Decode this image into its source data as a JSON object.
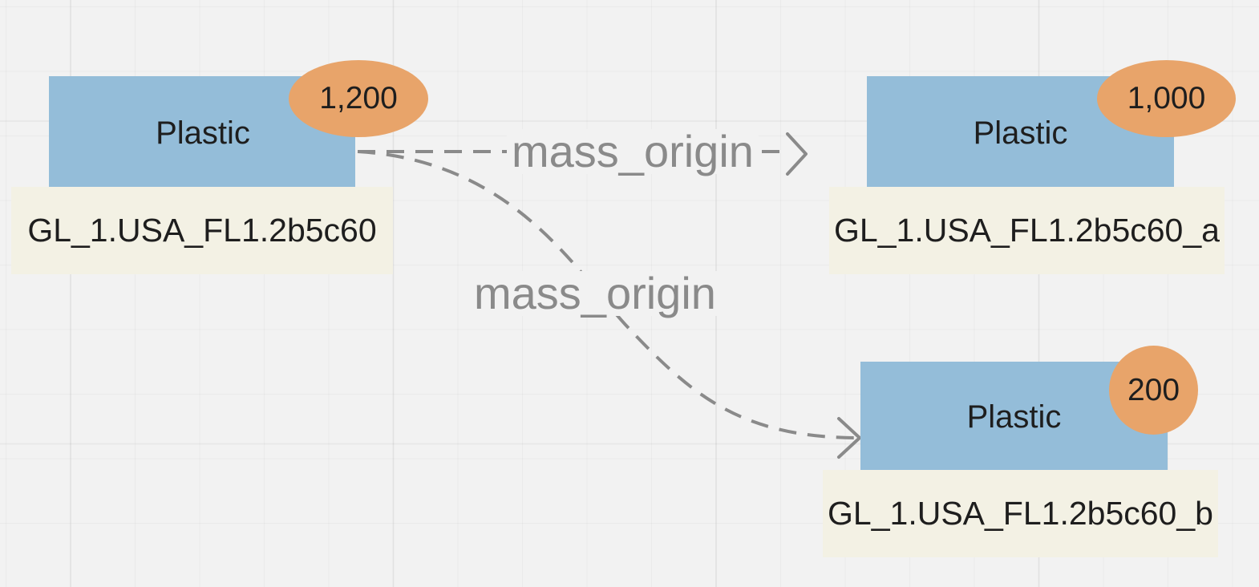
{
  "nodes": [
    {
      "id": "source",
      "material": "Plastic",
      "value": "1,200",
      "label": "GL_1.USA_FL1.2b5c60"
    },
    {
      "id": "target_a",
      "material": "Plastic",
      "value": "1,000",
      "label": "GL_1.USA_FL1.2b5c60_a"
    },
    {
      "id": "target_b",
      "material": "Plastic",
      "value": "200",
      "label": "GL_1.USA_FL1.2b5c60_b"
    }
  ],
  "edges": [
    {
      "from": "source",
      "to": "target_a",
      "label": "mass_origin"
    },
    {
      "from": "source",
      "to": "target_b",
      "label": "mass_origin"
    }
  ],
  "colors": {
    "canvas": "#f2f2f2",
    "box": "#94bdd9",
    "label_card": "#f3f1e4",
    "badge": "#e8a46a",
    "edge": "#8a8a8a"
  }
}
